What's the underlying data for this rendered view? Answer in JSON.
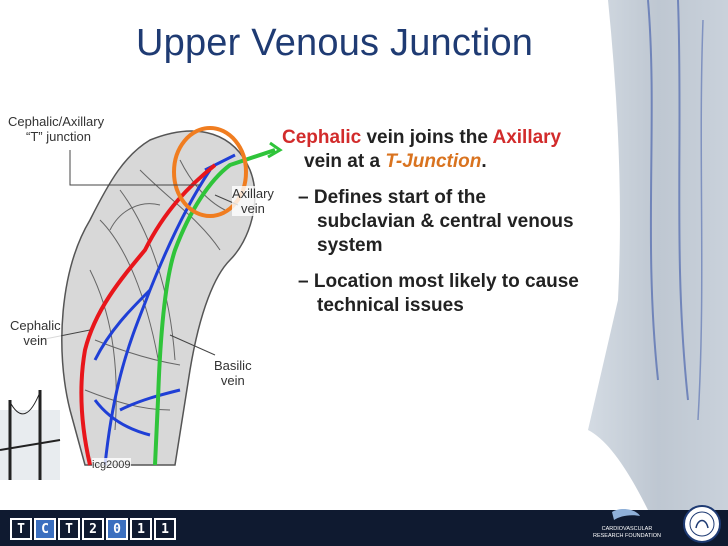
{
  "title": "Upper Venous Junction",
  "labels": {
    "ca_line1": "Cephalic/Axillary",
    "ca_line2": "“T” junction",
    "axillary_line1": "Axillary",
    "axillary_line2": "vein",
    "cephalic_line1": "Cephalic",
    "cephalic_line2": "vein",
    "basilic_line1": "Basilic",
    "basilic_line2": "vein",
    "credit": "icg2009"
  },
  "bullet": {
    "cephalic": "Cephalic",
    "text1": " vein joins the ",
    "axillary": "Axillary",
    "line2_pre": "vein at a ",
    "tjunction": "T-Junction",
    "period": "."
  },
  "sub1": {
    "dash": "–",
    "line1": " Defines start of the",
    "line2": "subclavian & central venous",
    "line3": "system"
  },
  "sub2": {
    "dash": "–",
    "line1": " Location most likely to cause",
    "line2": "technical issues"
  },
  "footer": {
    "tct_letters": [
      "T",
      "C",
      "T",
      "2",
      "0",
      "1",
      "1"
    ],
    "org_line1": "CARDIOVASCULAR",
    "org_line2": "RESEARCH FOUNDATION"
  },
  "colors": {
    "title": "#1f3b73",
    "highlight_red": "#d22b2b",
    "highlight_orange": "#d9731f",
    "vein_red": "#e8161b",
    "vein_blue": "#1f3fd6",
    "vein_green": "#2fc43a",
    "circle_orange": "#f07d20"
  }
}
